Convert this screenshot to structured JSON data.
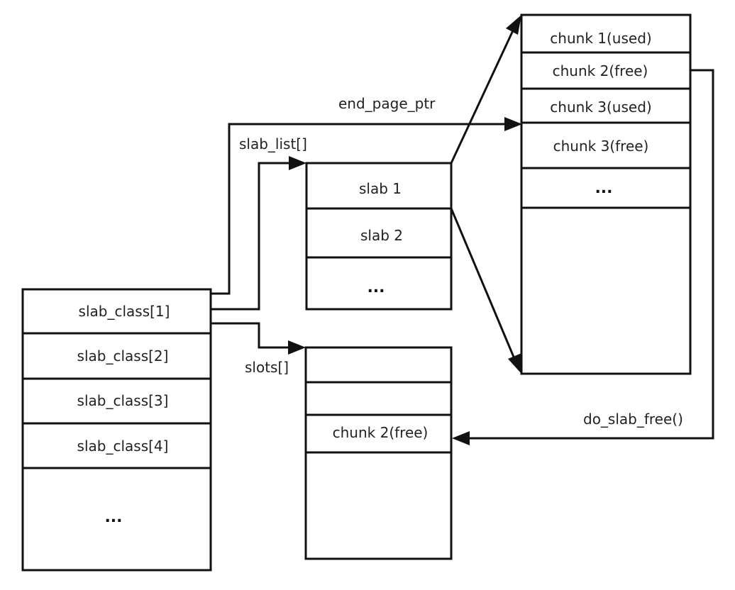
{
  "slab_classes": {
    "items": [
      "slab_class[1]",
      "slab_class[2]",
      "slab_class[3]",
      "slab_class[4]"
    ],
    "more": "..."
  },
  "slab_list": {
    "label": "slab_list[]",
    "items": [
      "slab 1",
      "slab 2"
    ],
    "more": "..."
  },
  "slots": {
    "label": "slots[]",
    "freed_chunk": "chunk 2(free)"
  },
  "chunks": {
    "items": [
      "chunk 1(used)",
      "chunk 2(free)",
      "chunk 3(used)",
      "chunk 3(free)"
    ],
    "more": "..."
  },
  "edges": {
    "end_page_ptr": "end_page_ptr",
    "do_slab_free": "do_slab_free()"
  }
}
